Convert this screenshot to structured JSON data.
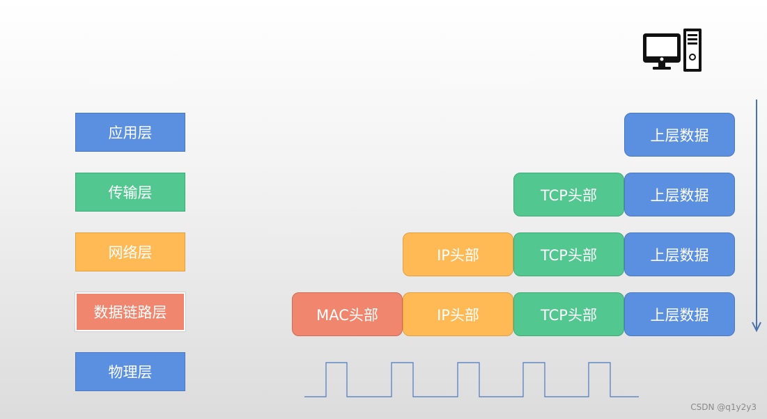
{
  "layers": {
    "application": "应用层",
    "transport": "传输层",
    "network": "网络层",
    "datalink": "数据链路层",
    "physical": "物理层"
  },
  "packets": {
    "data": "上层数据",
    "tcp": "TCP头部",
    "ip": "IP头部",
    "mac": "MAC头部"
  },
  "icons": [
    "computer-icon",
    "arrow-down-icon",
    "square-wave-icon"
  ],
  "colors": {
    "blue": "#5b8fe0",
    "green": "#52c78f",
    "orange": "#ffb955",
    "red": "#f0866e"
  },
  "watermark": "CSDN @q1y2y3"
}
